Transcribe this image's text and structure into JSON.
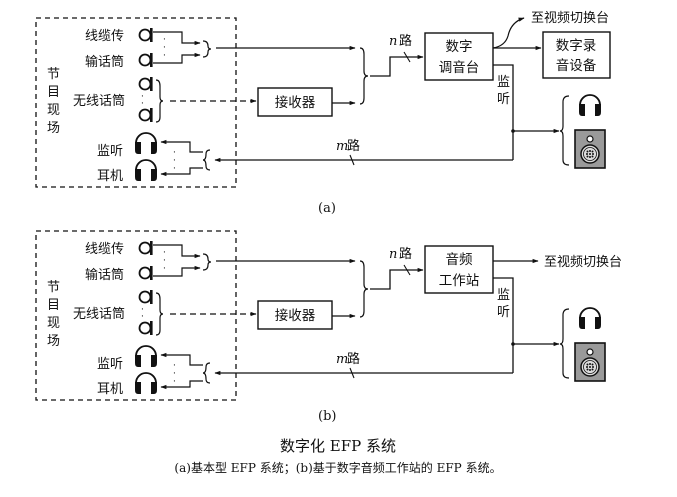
{
  "figure": {
    "title": "数字化 EFP 系统",
    "subtitle": "(a)基本型 EFP 系统；(b)基于数字音频工作站的 EFP 系统。",
    "subtitle_parts": {
      "a_label": "a",
      "a_text": "基本型 EFP 系统；",
      "b_label": "b",
      "b_text": "基于数字音频工作站的 EFP 系统。"
    }
  },
  "diagrams": [
    {
      "id": "a",
      "panel_label": "(a)",
      "site_label": [
        "节",
        "目",
        "现",
        "场"
      ],
      "cable_mic_label": [
        "线缆传",
        "输话筒"
      ],
      "wireless_mic_label": "无线话筒",
      "monitor_headphone_label": [
        "监听",
        "耳机"
      ],
      "receiver_label": "接收器",
      "n_channels_label": {
        "var": "n",
        "text": "路"
      },
      "m_channels_label": {
        "var": "m",
        "text": "路"
      },
      "main_unit_label": [
        "数字",
        "调音台"
      ],
      "video_switcher_label": "至视频切换台",
      "recorder_label": [
        "数字录",
        "音设备"
      ],
      "monitor_label": [
        "监",
        "听"
      ]
    },
    {
      "id": "b",
      "panel_label": "(b)",
      "site_label": [
        "节",
        "目",
        "现",
        "场"
      ],
      "cable_mic_label": [
        "线缆传",
        "输话筒"
      ],
      "wireless_mic_label": "无线话筒",
      "monitor_headphone_label": [
        "监听",
        "耳机"
      ],
      "receiver_label": "接收器",
      "n_channels_label": {
        "var": "n",
        "text": "路"
      },
      "m_channels_label": {
        "var": "m",
        "text": "路"
      },
      "main_unit_label": [
        "音频",
        "工作站"
      ],
      "video_switcher_label": "至视频切换台",
      "monitor_label": [
        "监",
        "听"
      ]
    }
  ],
  "icons": {
    "microphone": "microphone-icon",
    "headphones": "headphones-icon",
    "speaker": "loudspeaker-icon"
  }
}
